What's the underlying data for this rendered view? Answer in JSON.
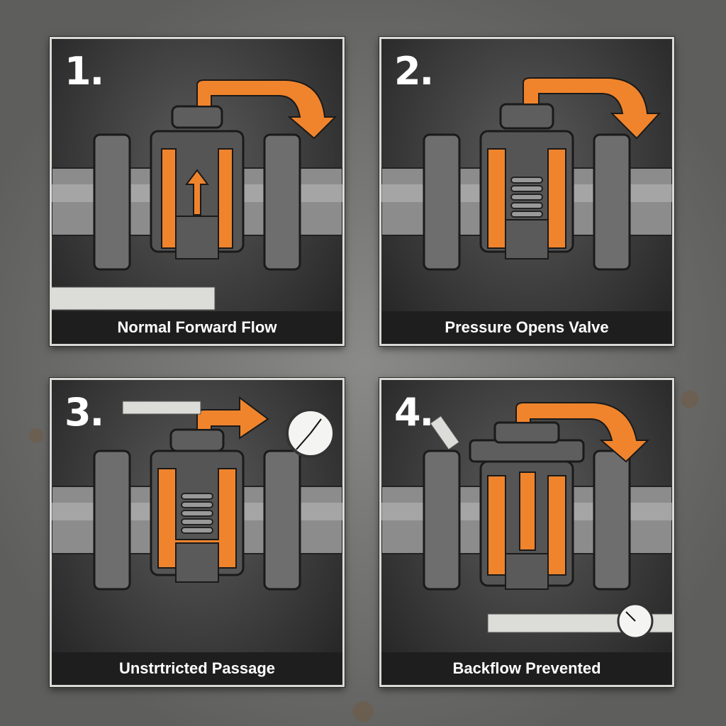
{
  "colors": {
    "accent_orange": "#f0842c",
    "panel_bg": "#3a3a3a",
    "caption_bg": "#1e1e1e",
    "panel_border": "#d9d9d6",
    "metal": "#8a8a8a"
  },
  "panels": [
    {
      "step": "1.",
      "caption": "Normal Forward Flow",
      "arrow": "up-arrow",
      "internal": "open-disc",
      "tool": "ruler"
    },
    {
      "step": "2.",
      "caption": "Pressure Opens Valve",
      "arrow": "none",
      "internal": "spring",
      "tool": "none"
    },
    {
      "step": "3.",
      "caption": "Unstrtricted Passage",
      "arrow": "none",
      "internal": "spring",
      "tool": "caliper-and-pressure-gauge"
    },
    {
      "step": "4.",
      "caption": "Backflow Prevented",
      "arrow": "none",
      "internal": "closed-disc",
      "tool": "caliper-and-gauge"
    }
  ]
}
